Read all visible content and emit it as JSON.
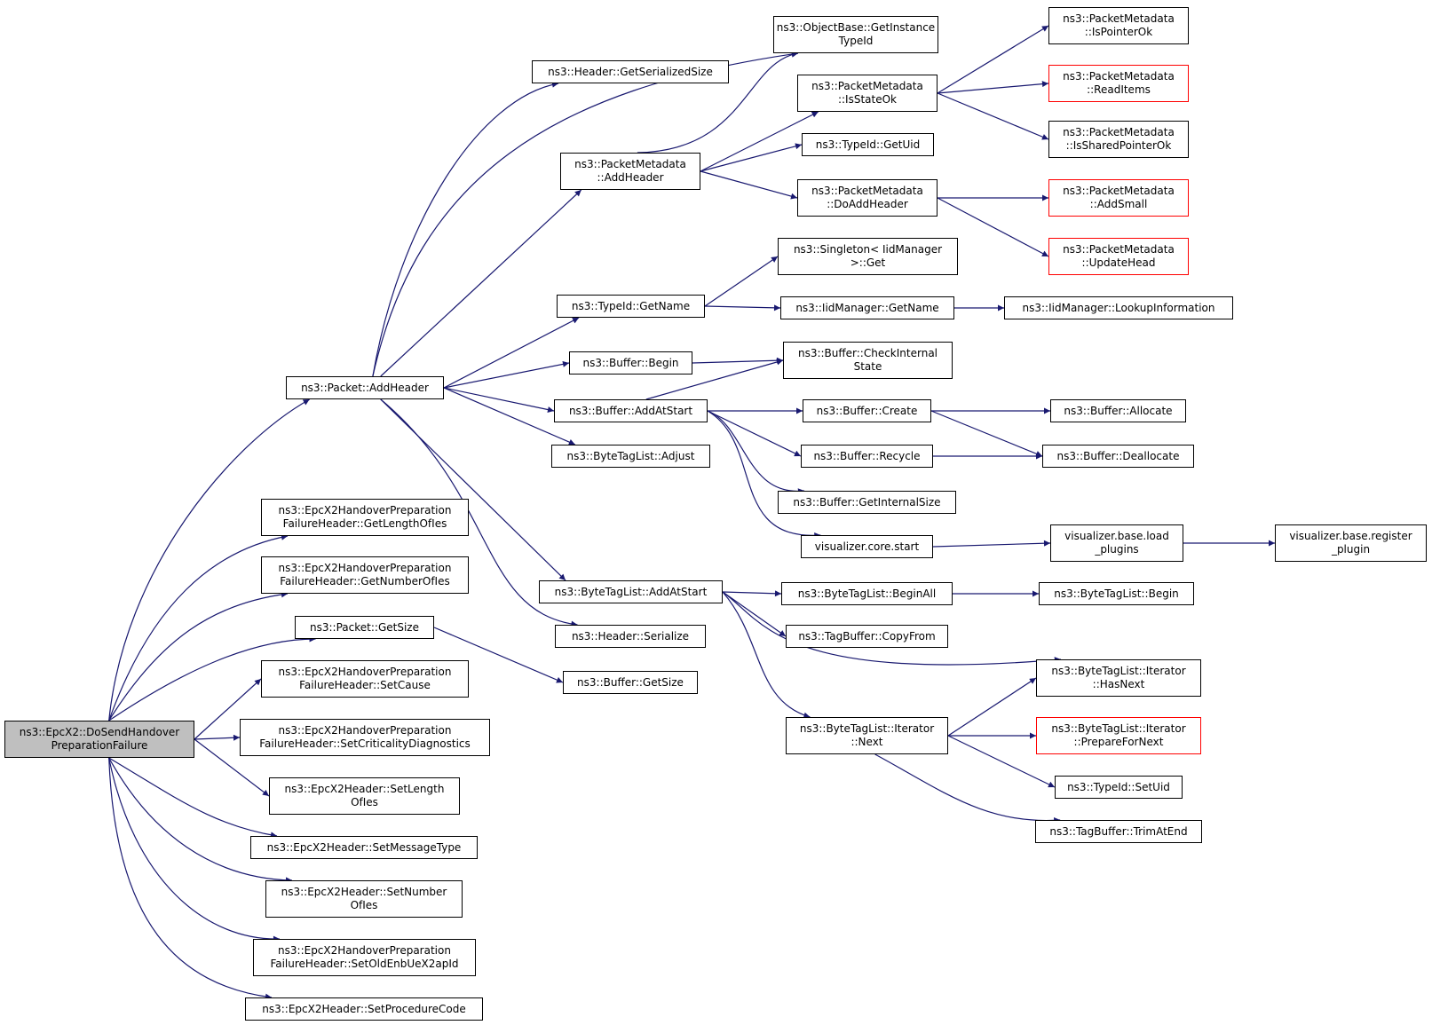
{
  "colors": {
    "edge": "#191970",
    "node_border": "#000000",
    "node_border_incomplete": "#ff0000",
    "root_fill": "#bfbfbf"
  },
  "nodes": {
    "root": {
      "label": "ns3::EpcX2::DoSendHandover\nPreparationFailure"
    },
    "packet_addheader": {
      "label": "ns3::Packet::AddHeader"
    },
    "getlengthofies": {
      "label": "ns3::EpcX2HandoverPreparation\nFailureHeader::GetLengthOfIes"
    },
    "getnumberofies": {
      "label": "ns3::EpcX2HandoverPreparation\nFailureHeader::GetNumberOfIes"
    },
    "packet_getsize": {
      "label": "ns3::Packet::GetSize"
    },
    "setcause": {
      "label": "ns3::EpcX2HandoverPreparation\nFailureHeader::SetCause"
    },
    "setcriticality": {
      "label": "ns3::EpcX2HandoverPreparation\nFailureHeader::SetCriticalityDiagnostics"
    },
    "setlengthofies": {
      "label": "ns3::EpcX2Header::SetLength\nOfIes"
    },
    "setmessagetype": {
      "label": "ns3::EpcX2Header::SetMessageType"
    },
    "setnumberofies": {
      "label": "ns3::EpcX2Header::SetNumber\nOfIes"
    },
    "setoldenb": {
      "label": "ns3::EpcX2HandoverPreparation\nFailureHeader::SetOldEnbUeX2apId"
    },
    "setprocedurecode": {
      "label": "ns3::EpcX2Header::SetProcedureCode"
    },
    "header_getserializedsize": {
      "label": "ns3::Header::GetSerializedSize"
    },
    "objectbase_getinstancetypeid": {
      "label": "ns3::ObjectBase::GetInstance\nTypeId"
    },
    "pm_addheader": {
      "label": "ns3::PacketMetadata\n::AddHeader"
    },
    "typeid_getname": {
      "label": "ns3::TypeId::GetName"
    },
    "buffer_begin": {
      "label": "ns3::Buffer::Begin"
    },
    "buffer_addatstart": {
      "label": "ns3::Buffer::AddAtStart"
    },
    "btl_adjust": {
      "label": "ns3::ByteTagList::Adjust"
    },
    "btl_addatstart": {
      "label": "ns3::ByteTagList::AddAtStart"
    },
    "header_serialize": {
      "label": "ns3::Header::Serialize"
    },
    "buffer_getsize": {
      "label": "ns3::Buffer::GetSize"
    },
    "pm_isstateok": {
      "label": "ns3::PacketMetadata\n::IsStateOk"
    },
    "typeid_getuid": {
      "label": "ns3::TypeId::GetUid"
    },
    "pm_doaddheader": {
      "label": "ns3::PacketMetadata\n::DoAddHeader"
    },
    "singleton_get": {
      "label": "ns3::Singleton< IidManager\n>::Get"
    },
    "iidmanager_getname": {
      "label": "ns3::IidManager::GetName"
    },
    "buffer_checkinternalstate": {
      "label": "ns3::Buffer::CheckInternal\nState"
    },
    "buffer_create": {
      "label": "ns3::Buffer::Create"
    },
    "buffer_recycle": {
      "label": "ns3::Buffer::Recycle"
    },
    "buffer_getinternalsize": {
      "label": "ns3::Buffer::GetInternalSize"
    },
    "viz_core_start": {
      "label": "visualizer.core.start"
    },
    "btl_beginall": {
      "label": "ns3::ByteTagList::BeginAll"
    },
    "tagbuffer_copyfrom": {
      "label": "ns3::TagBuffer::CopyFrom"
    },
    "btl_iter_next": {
      "label": "ns3::ByteTagList::Iterator\n::Next"
    },
    "pm_ispointerok": {
      "label": "ns3::PacketMetadata\n::IsPointerOk"
    },
    "pm_readitems": {
      "label": "ns3::PacketMetadata\n::ReadItems"
    },
    "pm_issharedpointerok": {
      "label": "ns3::PacketMetadata\n::IsSharedPointerOk"
    },
    "pm_addsmall": {
      "label": "ns3::PacketMetadata\n::AddSmall"
    },
    "pm_updatehead": {
      "label": "ns3::PacketMetadata\n::UpdateHead"
    },
    "iidmanager_lookupinformation": {
      "label": "ns3::IidManager::LookupInformation"
    },
    "buffer_allocate": {
      "label": "ns3::Buffer::Allocate"
    },
    "buffer_deallocate": {
      "label": "ns3::Buffer::Deallocate"
    },
    "viz_base_load_plugins": {
      "label": "visualizer.base.load\n_plugins"
    },
    "viz_base_register_plugin": {
      "label": "visualizer.base.register\n_plugin"
    },
    "btl_begin": {
      "label": "ns3::ByteTagList::Begin"
    },
    "btl_iter_hasnext": {
      "label": "ns3::ByteTagList::Iterator\n::HasNext"
    },
    "btl_iter_preparefornext": {
      "label": "ns3::ByteTagList::Iterator\n::PrepareForNext"
    },
    "typeid_setuid": {
      "label": "ns3::TypeId::SetUid"
    },
    "tagbuffer_trimatend": {
      "label": "ns3::TagBuffer::TrimAtEnd"
    }
  }
}
